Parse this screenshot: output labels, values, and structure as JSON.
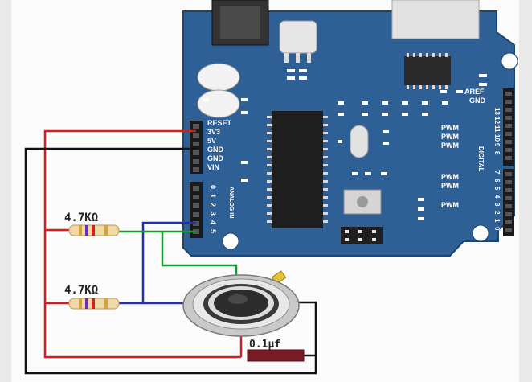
{
  "board": {
    "power_labels": [
      "RESET",
      "3V3",
      "5V",
      "GND",
      "GND",
      "VIN"
    ],
    "analog_label": "ANALOG IN",
    "analog_pins": [
      "0",
      "1",
      "2",
      "3",
      "4",
      "5"
    ],
    "aref": "AREF",
    "gnd": "GND",
    "digital_top": [
      "13",
      "12",
      "11",
      "10",
      "9",
      "8"
    ],
    "digital_label": "DIGITAL",
    "digital_bottom": [
      "7",
      "6",
      "5",
      "4",
      "3",
      "2",
      "1",
      "0"
    ],
    "pwm": [
      "PWM",
      "PWM",
      "PWM",
      "PWM",
      "PWM",
      "PWM"
    ]
  },
  "components": {
    "resistor_top": "4.7KΩ",
    "resistor_bottom": "4.7KΩ",
    "capacitor": "0.1μf"
  },
  "colors": {
    "board": "#2e5f95",
    "wire_red": "#d41f1f",
    "wire_black": "#111111",
    "wire_blue": "#2432a8",
    "wire_green": "#169c2e",
    "capacitor": "#7a1a25"
  }
}
